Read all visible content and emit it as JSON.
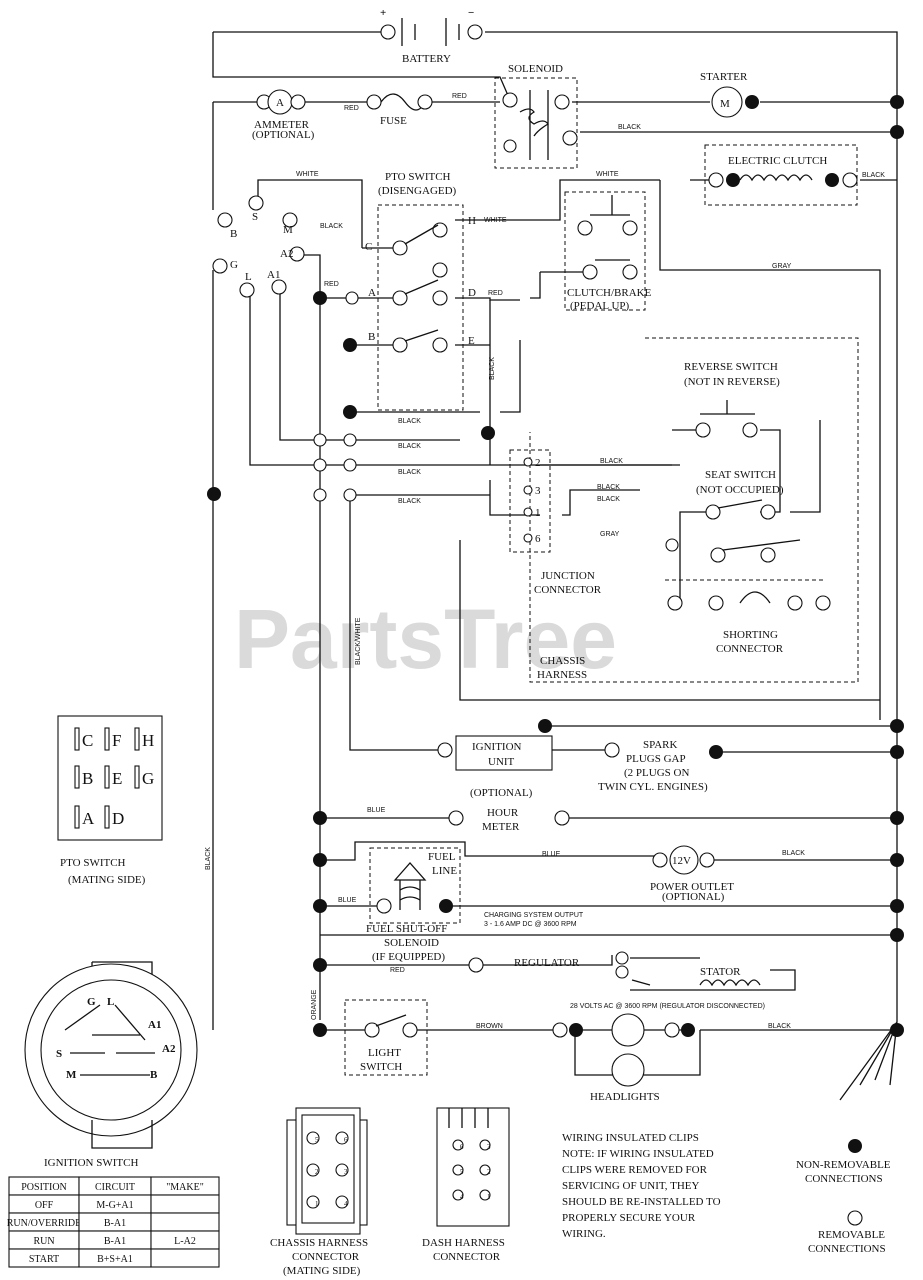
{
  "watermark": "PartsTree",
  "labels": {
    "battery": "BATTERY",
    "battery_pos": "+",
    "battery_neg": "−",
    "solenoid": "SOLENOID",
    "starter": "STARTER",
    "starter_symbol": "M",
    "ammeter": "AMMETER",
    "ammeter_opt": "(OPTIONAL)",
    "ammeter_symbol": "A",
    "fuse": "FUSE",
    "electric_clutch": "ELECTRIC CLUTCH",
    "pto_switch": "PTO SWITCH",
    "pto_state": "(DISENGAGED)",
    "clutch_brake": "CLUTCH/BRAKE",
    "clutch_brake_state": "(PEDAL UP)",
    "reverse_switch": "REVERSE SWITCH",
    "reverse_state": "(NOT IN REVERSE)",
    "seat_switch": "SEAT SWITCH",
    "seat_state": "(NOT OCCUPIED)",
    "junction_connector_1": "JUNCTION",
    "junction_connector_2": "CONNECTOR",
    "shorting_connector_1": "SHORTING",
    "shorting_connector_2": "CONNECTOR",
    "chassis_harness_1": "CHASSIS",
    "chassis_harness_2": "HARNESS",
    "ignition_unit_1": "IGNITION",
    "ignition_unit_2": "UNIT",
    "spark_1": "SPARK",
    "spark_2": "PLUGS GAP",
    "spark_3": "(2 PLUGS ON",
    "spark_4": "TWIN CYL. ENGINES)",
    "optional": "(OPTIONAL)",
    "hour_meter_1": "HOUR",
    "hour_meter_2": "METER",
    "fuel_line_1": "FUEL",
    "fuel_line_2": "LINE",
    "power_outlet": "POWER OUTLET",
    "power_outlet_opt": "(OPTIONAL)",
    "power_outlet_symbol": "12V",
    "fuel_shutoff_1": "FUEL SHUT-OFF",
    "fuel_shutoff_2": "SOLENOID",
    "fuel_shutoff_3": "(IF EQUIPPED)",
    "charging_1": "CHARGING SYSTEM OUTPUT",
    "charging_2": "3 - 1.6 AMP DC @ 3600 RPM",
    "regulator": "REGULATOR",
    "stator": "STATOR",
    "ac_note": "28 VOLTS AC @ 3600 RPM (REGULATOR DISCONNECTED)",
    "light_switch_1": "LIGHT",
    "light_switch_2": "SWITCH",
    "headlights": "HEADLIGHTS",
    "pto_mating_1": "PTO SWITCH",
    "pto_mating_2": "(MATING SIDE)",
    "ignition_switch": "IGNITION SWITCH",
    "chassis_conn_1": "CHASSIS HARNESS",
    "chassis_conn_2": "CONNECTOR",
    "chassis_conn_3": "(MATING SIDE)",
    "dash_conn_1": "DASH HARNESS",
    "dash_conn_2": "CONNECTOR",
    "note_1": "WIRING INSULATED CLIPS",
    "note_2": "NOTE: IF WIRING INSULATED",
    "note_3": "CLIPS WERE REMOVED FOR",
    "note_4": "SERVICING OF UNIT, THEY",
    "note_5": "SHOULD BE RE-INSTALLED TO",
    "note_6": "PROPERLY SECURE YOUR",
    "note_7": "WIRING.",
    "nonremovable_1": "NON-REMOVABLE",
    "nonremovable_2": "CONNECTIONS",
    "removable_1": "REMOVABLE",
    "removable_2": "CONNECTIONS"
  },
  "wires": {
    "red": "RED",
    "black": "BLACK",
    "white": "WHITE",
    "gray": "GRAY",
    "blue": "BLUE",
    "orange": "ORANGE",
    "brown": "BROWN",
    "black_white": "BLACK/WHITE"
  },
  "terminals": {
    "ign": [
      "S",
      "M",
      "B",
      "G",
      "L",
      "A1",
      "A2"
    ],
    "pto_left": [
      "C",
      "A",
      "B"
    ],
    "pto_right": [
      "H",
      "D",
      "E"
    ],
    "junction": [
      "2",
      "3",
      "1",
      "6"
    ]
  },
  "pto_grid": [
    "C",
    "F",
    "H",
    "B",
    "E",
    "G",
    "A",
    "D"
  ],
  "ign_face": [
    "G",
    "L",
    "A1",
    "A2",
    "S",
    "M",
    "B"
  ],
  "ign_table": {
    "headers": [
      "POSITION",
      "CIRCUIT",
      "\"MAKE\""
    ],
    "rows": [
      [
        "OFF",
        "M-G+A1",
        ""
      ],
      [
        "RUN/OVERRIDE",
        "B-A1",
        ""
      ],
      [
        "RUN",
        "B-A1",
        "L-A2"
      ],
      [
        "START",
        "B+S+A1",
        ""
      ]
    ]
  },
  "chassis_pins": [
    "5",
    "6",
    "2",
    "3",
    "1",
    "4"
  ],
  "dash_pins": [
    "6",
    "3",
    "5",
    "2",
    "4",
    "1"
  ]
}
